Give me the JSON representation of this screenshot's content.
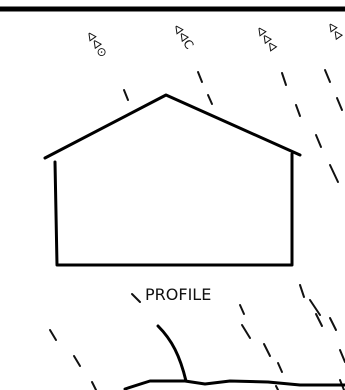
{
  "sketch": {
    "label": "PROFILE",
    "ray_tags": [
      "ᐊᐊ⊙",
      "ᐊᐊC",
      "ᐊᐊᐊ",
      "ᐊᐊ"
    ],
    "ink_color": "#111111",
    "paper_color": "#ffffff"
  }
}
